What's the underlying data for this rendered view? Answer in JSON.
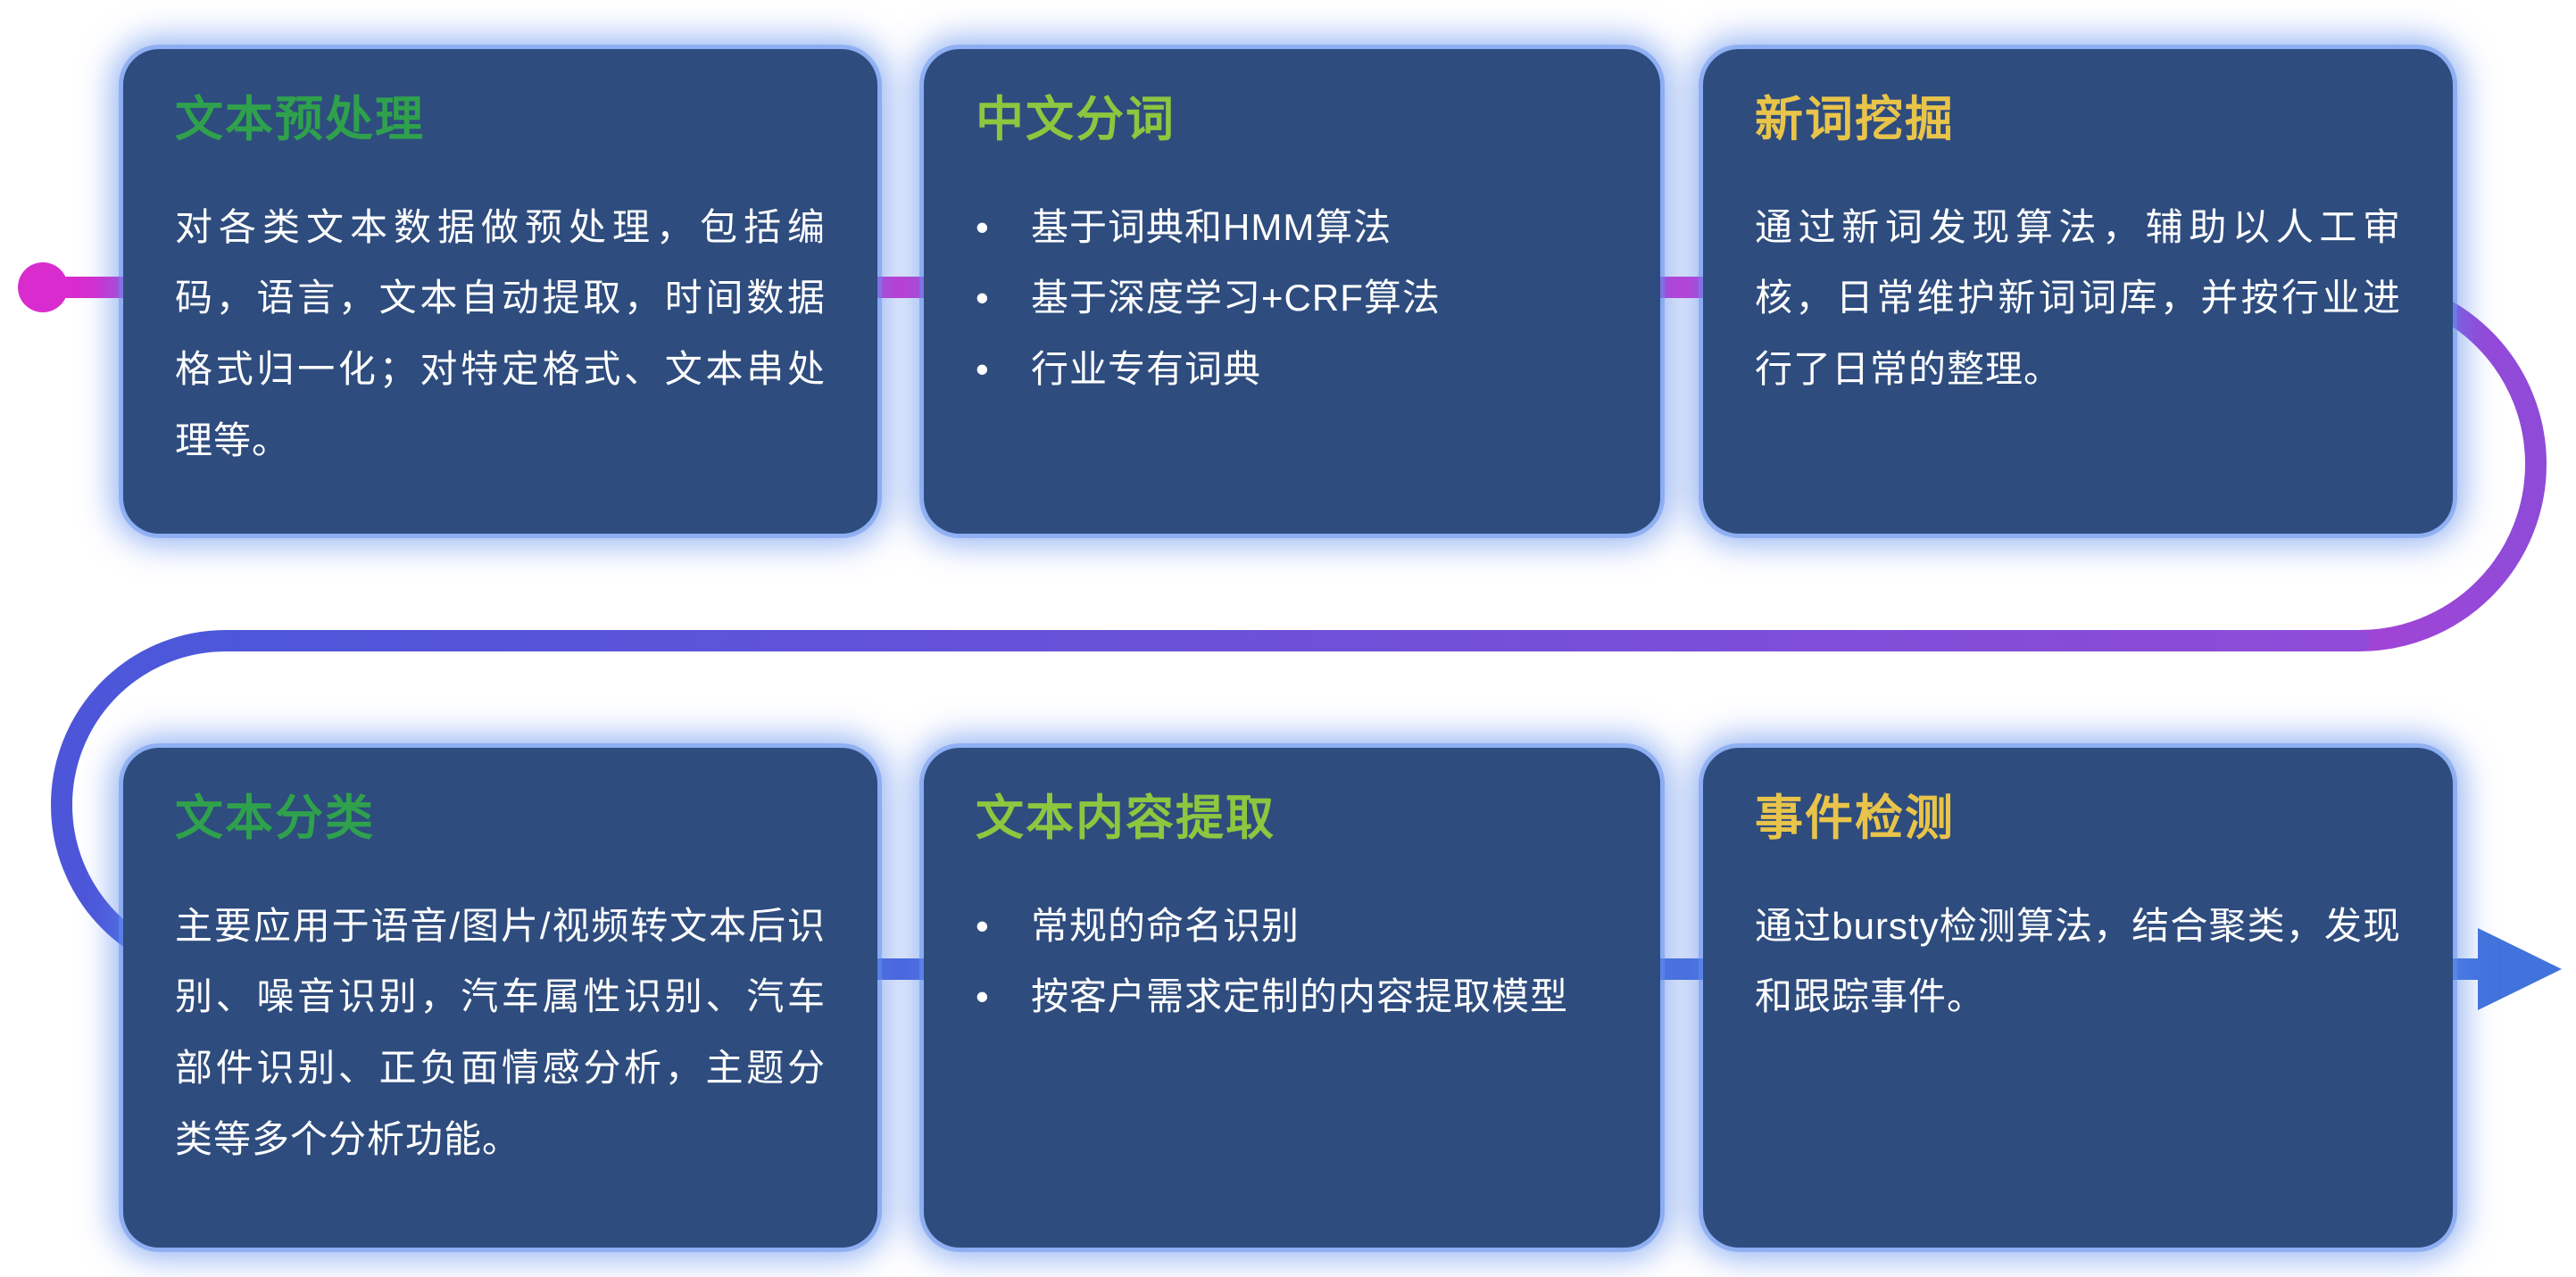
{
  "colors": {
    "page_bg": "#ffffff",
    "card_bg": "#2e4c7e",
    "card_glow": "#5484ec",
    "green_title": "#2fa14c",
    "lime_title": "#8dc63f",
    "yellow_title": "#e9c44a",
    "body_text": "#ffffff",
    "flow_magenta": "#d92cce",
    "flow_purple": "#8f4bd8",
    "flow_indigo": "#4d56d9",
    "flow_blue": "#4273dc"
  },
  "bullet_char": "•",
  "cards": [
    {
      "title": "文本预处理",
      "accent": "green",
      "body": "对各类文本数据做预处理，包括编码，语言，文本自动提取，时间数据格式归一化；对特定格式、文本串处理等。"
    },
    {
      "title": "中文分词",
      "accent": "lime",
      "bullets": [
        "基于词典和HMM算法",
        "基于深度学习+CRF算法",
        "行业专有词典"
      ]
    },
    {
      "title": "新词挖掘",
      "accent": "yellow",
      "body": "通过新词发现算法，辅助以人工审核，日常维护新词词库，并按行业进行了日常的整理。"
    },
    {
      "title": "文本分类",
      "accent": "green",
      "body": "主要应用于语音/图片/视频转文本后识别、噪音识别，汽车属性识别、汽车部件识别、正负面情感分析，主题分类等多个分析功能。"
    },
    {
      "title": "文本内容提取",
      "accent": "lime",
      "bullets": [
        "常规的命名识别",
        "按客户需求定制的内容提取模型"
      ]
    },
    {
      "title": "事件检测",
      "accent": "yellow",
      "body": "通过bursty检测算法，结合聚类，发现和跟踪事件。"
    }
  ]
}
